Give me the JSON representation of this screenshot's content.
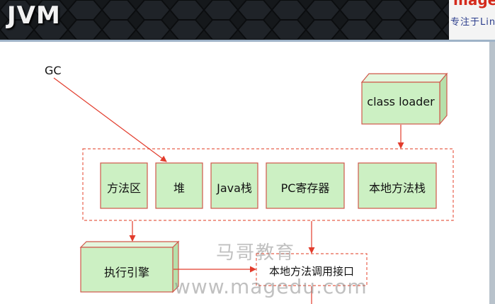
{
  "header": {
    "title": "JVM",
    "brand": "magedu",
    "slogan": "专注于Linux"
  },
  "diagram": {
    "gc_label": "GC",
    "class_loader": "class loader",
    "runtime_areas": [
      "方法区",
      "堆",
      "Java栈",
      "PC寄存器",
      "本地方法栈"
    ],
    "execution_engine": "执行引擎",
    "native_interface": "本地方法调用接口"
  },
  "watermark": {
    "cn": "马哥教育",
    "url": "www.magedu.com"
  },
  "colors": {
    "box_fill": "#ccf0c3",
    "box_stroke": "#d0574a",
    "arrow": "#e23c2c",
    "dashed": "#e8604c"
  }
}
